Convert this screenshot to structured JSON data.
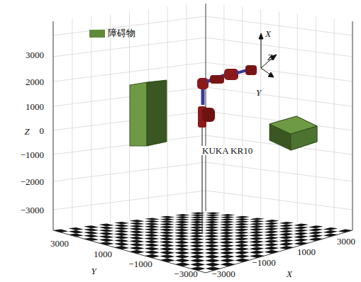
{
  "diagram": {
    "labels": [
      "3000",
      "2000",
      "1000",
      "0",
      "−1000",
      "−2000",
      "−3000",
      "Z",
      "3000",
      "1000",
      "−1000",
      "−3000",
      "Y",
      "−3000",
      "−1000",
      "1000",
      "3000",
      "X",
      "X",
      "Z",
      "Y",
      "KUKA KR10"
    ],
    "legend": [
      {
        "text": "障碍物",
        "color": "#5e8a3a"
      }
    ]
  }
}
